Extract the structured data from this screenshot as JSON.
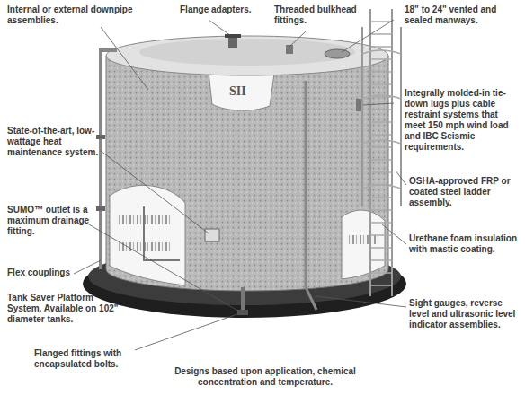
{
  "diagram": {
    "labels": [
      "Internal or external downpipe assemblies.",
      "Flange adapters.",
      "Threaded bulkhead fittings.",
      "18\" to 24\" vented and sealed manways.",
      "Integrally molded-in tie-down lugs plus cable restraint systems that meet 150 mph wind load and IBC Seismic requirements.",
      "State-of-the-art, low-wattage heat maintenance system.",
      "OSHA-approved FRP or coated steel ladder assembly.",
      "SUMO™ outlet is a maximum drainage fitting.",
      "Urethane foam insulation with mastic coating.",
      "Flex couplings",
      "Tank Saver Platform System. Available on 102\" diameter tanks.",
      "Sight gauges, reverse level and ultrasonic level indicator assemblies.",
      "Flanged fittings with encapsulated bolts.",
      "Designs based upon application, chemical concentration and temperature."
    ]
  }
}
